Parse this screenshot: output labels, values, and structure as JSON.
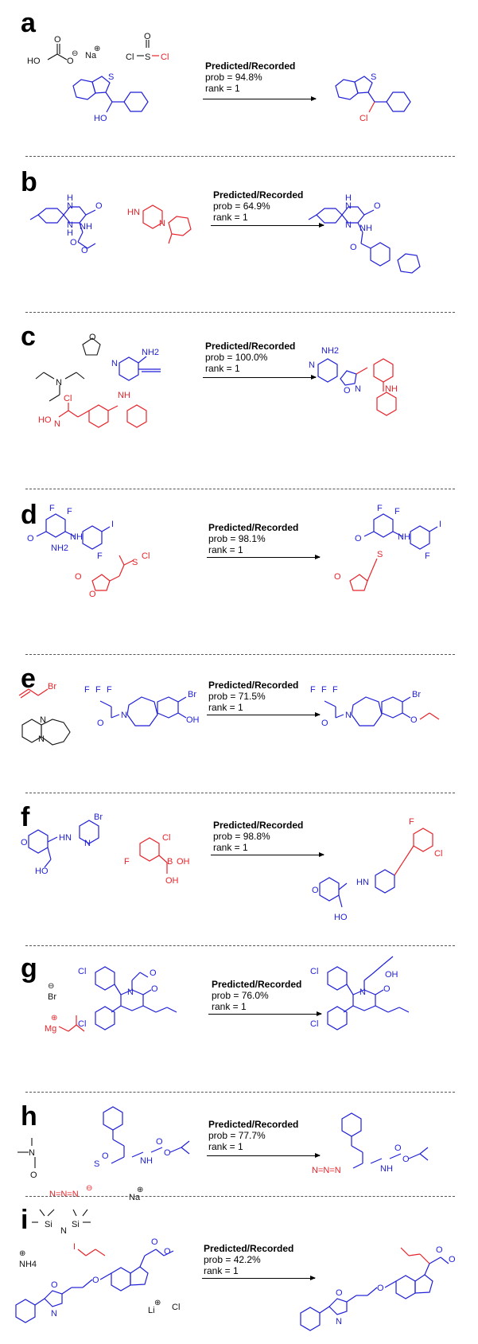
{
  "figure": {
    "panels": [
      {
        "letter": "a",
        "header": "Predicted/Recorded",
        "prob": "prob = 94.8%",
        "rank": "rank = 1"
      },
      {
        "letter": "b",
        "header": "Predicted/Recorded",
        "prob": "prob = 64.9%",
        "rank": "rank = 1"
      },
      {
        "letter": "c",
        "header": "Predicted/Recorded",
        "prob": "prob = 100.0%",
        "rank": "rank = 1"
      },
      {
        "letter": "d",
        "header": "Predicted/Recorded",
        "prob": "prob = 98.1%",
        "rank": "rank = 1"
      },
      {
        "letter": "e",
        "header": "Predicted/Recorded",
        "prob": "prob = 71.5%",
        "rank": "rank = 1"
      },
      {
        "letter": "f",
        "header": "Predicted/Recorded",
        "prob": "prob = 98.8%",
        "rank": "rank = 1"
      },
      {
        "letter": "g",
        "header": "Predicted/Recorded",
        "prob": "prob = 76.0%",
        "rank": "rank = 1"
      },
      {
        "letter": "h",
        "header": "Predicted/Recorded",
        "prob": "prob = 77.7%",
        "rank": "rank = 1"
      },
      {
        "letter": "i",
        "header": "Predicted/Recorded",
        "prob": "prob = 42.2%",
        "rank": "rank = 1"
      }
    ]
  },
  "atoms": {
    "a": {
      "ho": "HO",
      "o": "O",
      "minus": "⊖",
      "na": "Na",
      "plus": "⊕",
      "cl1": "Cl",
      "s": "S",
      "cl2": "Cl",
      "s_ring": "S",
      "ho2": "HO",
      "s_prod": "S",
      "cl_prod": "Cl"
    },
    "b": {
      "nh1": "H",
      "n1": "N",
      "n2": "N",
      "h2": "H",
      "o1": "O",
      "nh": "NH",
      "o2": "O",
      "o3": "O",
      "hn": "HN",
      "n3": "N"
    },
    "c": {
      "o_thf": "O",
      "n_tea": "N",
      "nh2": "NH2",
      "n_py": "N",
      "cl": "Cl",
      "ho": "HO",
      "n_ox": "N",
      "nh": "NH",
      "o_isox": "O",
      "n_isox": "N"
    },
    "d": {
      "f1": "F",
      "f2": "F",
      "i": "I",
      "o": "O",
      "nh": "NH",
      "nh2": "NH2",
      "f3": "F",
      "o1": "O",
      "o2": "O",
      "s": "S",
      "cl": "Cl"
    },
    "e": {
      "br1": "Br",
      "n1": "N",
      "n2": "N",
      "f": "F",
      "n3": "N",
      "br2": "Br",
      "oh": "OH",
      "o": "O"
    },
    "f": {
      "br": "Br",
      "n": "N",
      "o": "O",
      "hn": "HN",
      "ho": "HO",
      "cl": "Cl",
      "f": "F",
      "b": "B",
      "oh1": "OH",
      "oh2": "OH"
    },
    "g": {
      "br": "Br",
      "minus": "⊖",
      "mg": "Mg",
      "plus": "⊕",
      "cl1": "Cl",
      "cl2": "Cl",
      "n": "N",
      "o": "O",
      "oh": "OH"
    },
    "h": {
      "n": "N",
      "o": "O",
      "s": "S",
      "nh": "NH",
      "na": "Na",
      "plus": "⊕",
      "azide": "N=N=N",
      "minus": "⊖"
    },
    "i": {
      "si1": "Si",
      "n": "N",
      "si2": "Si",
      "nh4": "NH4",
      "plus": "⊕",
      "i": "I",
      "li": "Li",
      "cl": "Cl",
      "o": "O",
      "n_ox": "N"
    }
  }
}
